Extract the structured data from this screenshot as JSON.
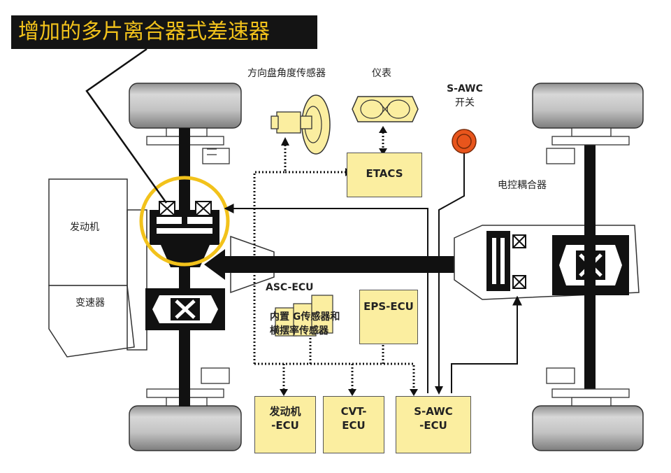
{
  "title": "增加的多片离合器式差速器",
  "labels": {
    "engine": "发动机",
    "transmission": "变速器",
    "steering_sensor": "方向盘角度传感器",
    "meter": "仪表",
    "sawc_switch_line1": "S-AWC",
    "sawc_switch_line2": "开关",
    "coupling": "电控耦合器",
    "asc_ecu": "ASC-ECU",
    "g_sensor_line1": "内置 G传感器和",
    "g_sensor_line2": "横摆率传感器"
  },
  "boxes": {
    "etacs": "ETACS",
    "eps_ecu": "EPS-ECU",
    "engine_ecu_line1": "发动机",
    "engine_ecu_line2": "-ECU",
    "cvt_ecu_line1": "CVT-",
    "cvt_ecu_line2": "ECU",
    "sawc_ecu_line1": "S-AWC",
    "sawc_ecu_line2": "-ECU"
  },
  "colors": {
    "title_bg": "#141414",
    "title_text": "#f2c21b",
    "highlight_ring": "#f2c21b",
    "ecu_box": "#fbeea0",
    "switch": "#e8551c",
    "wheel": "#b5b5b5"
  }
}
